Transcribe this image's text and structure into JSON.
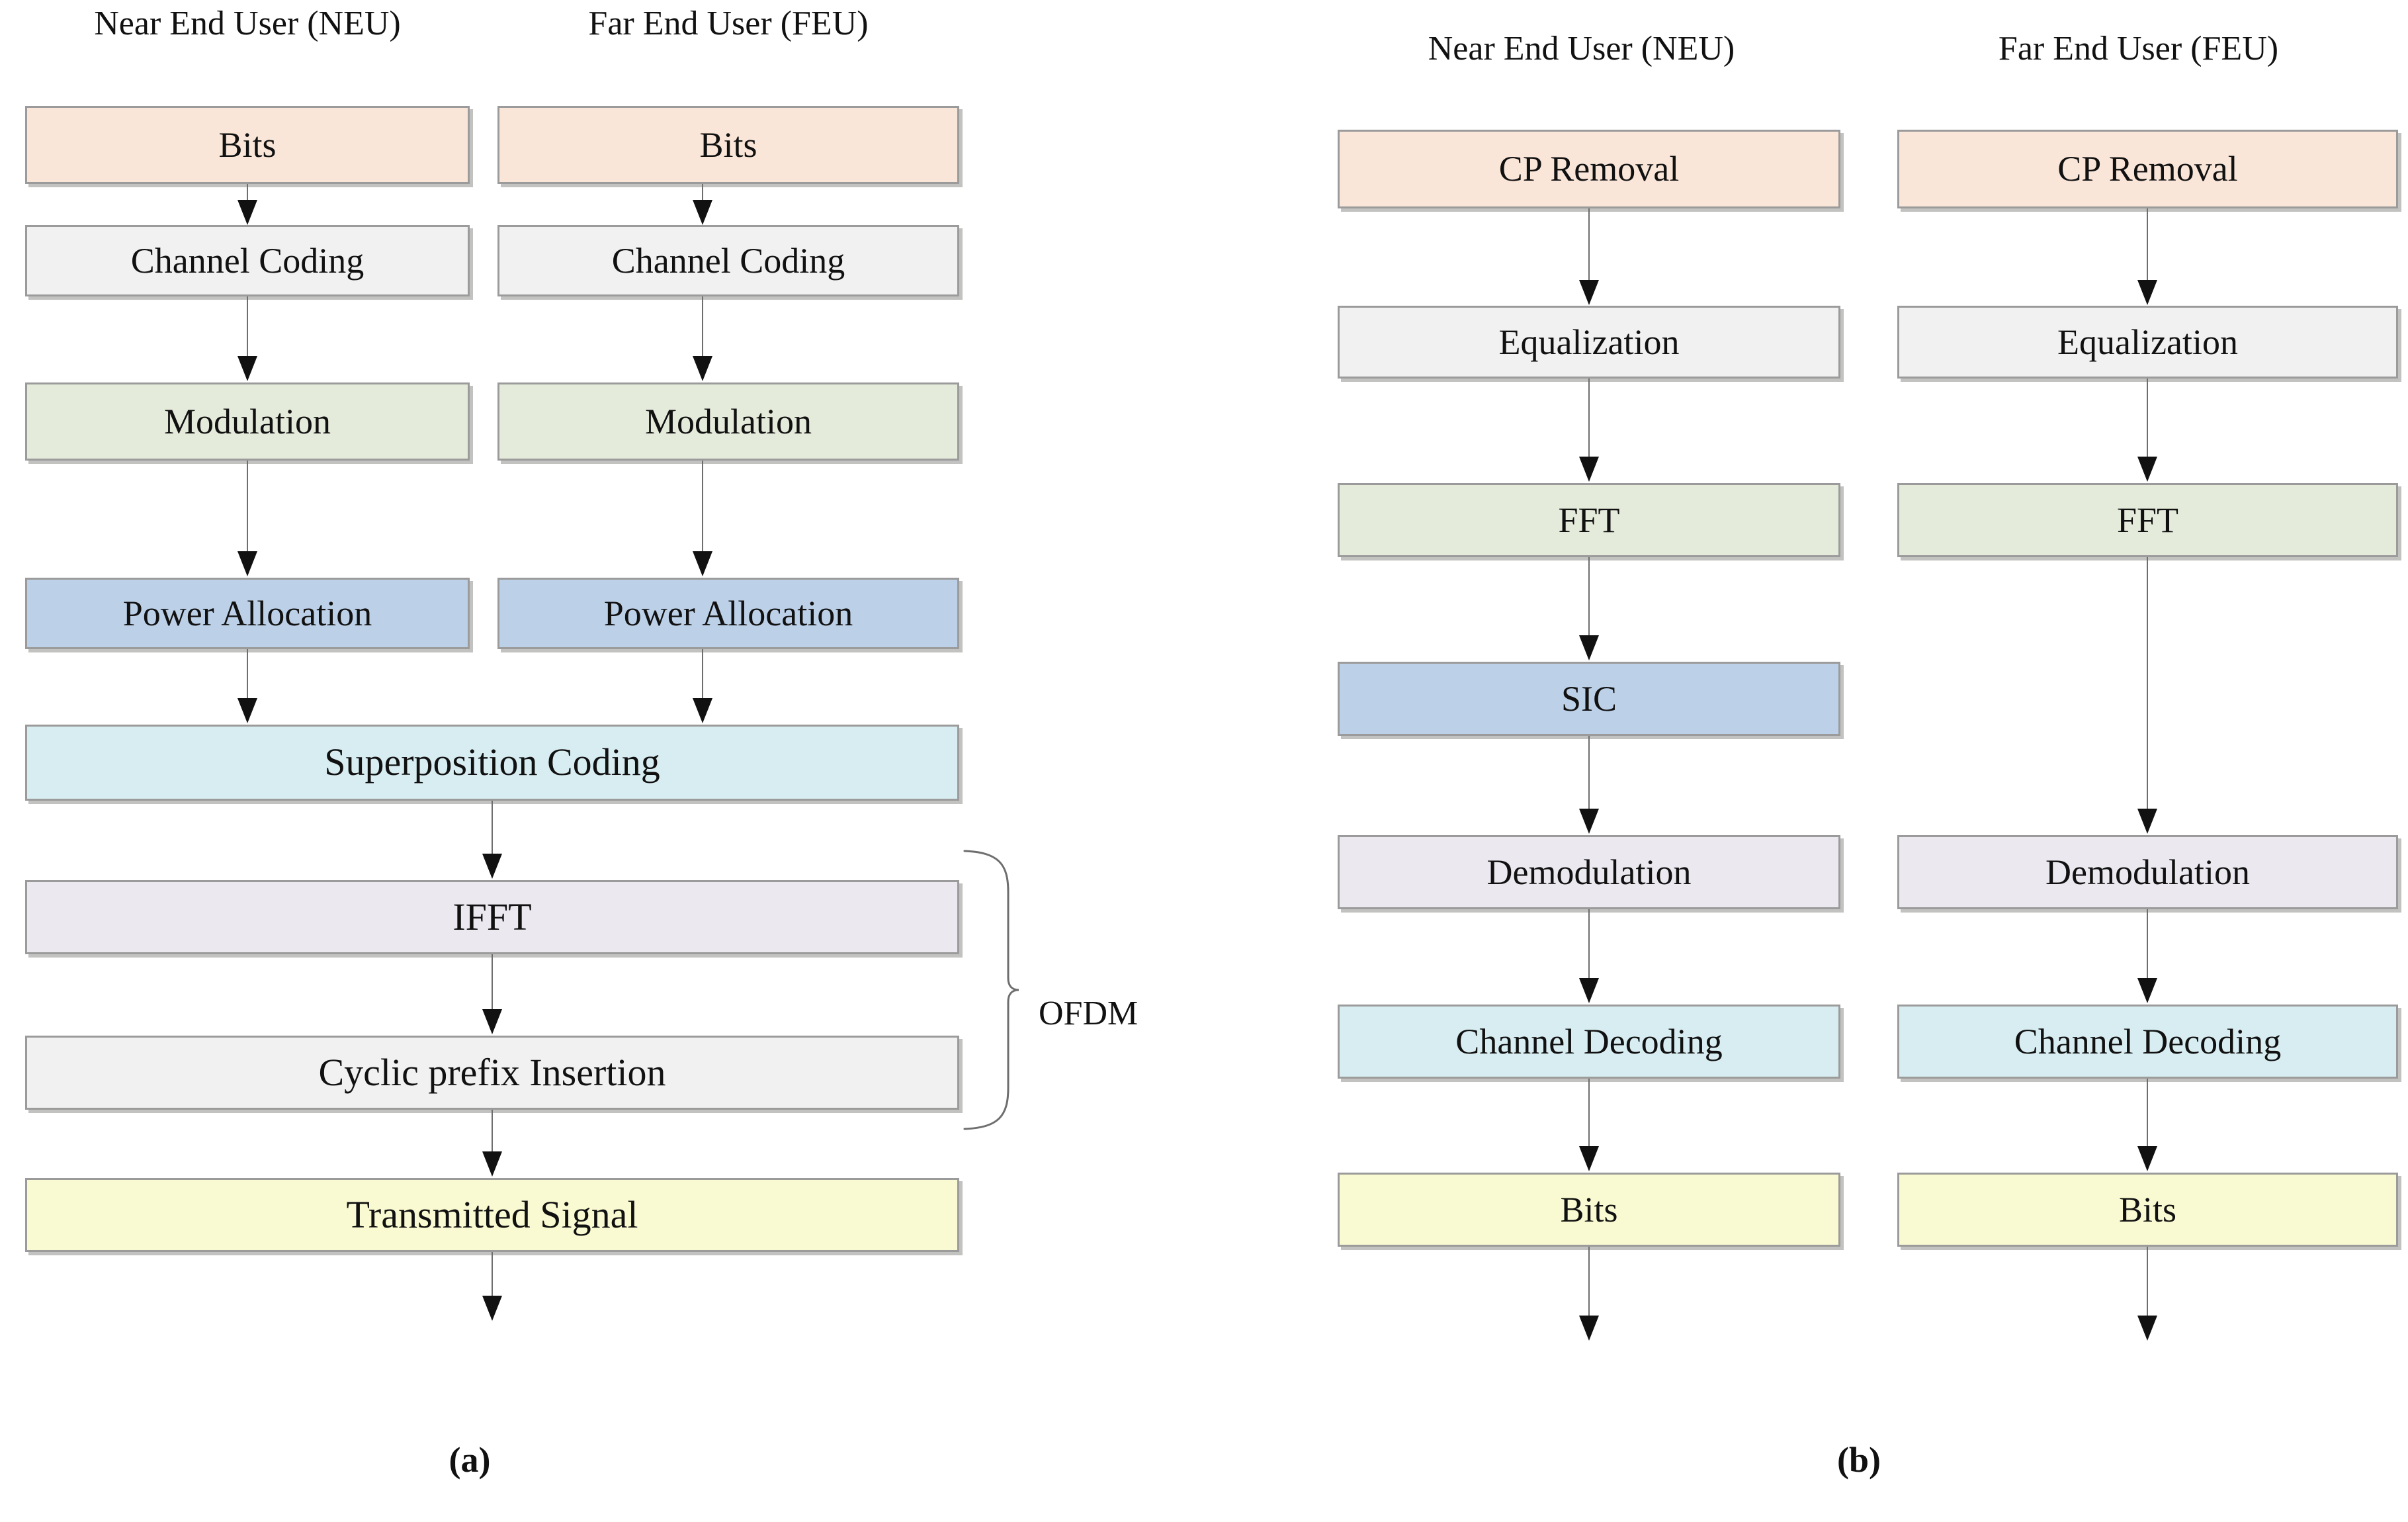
{
  "figure": {
    "panels": [
      {
        "id": "a",
        "caption": "(a)",
        "headers": [
          {
            "label": "Near End User (NEU)"
          },
          {
            "label": "Far End User (FEU)"
          }
        ],
        "group_label": "OFDM",
        "neu_stages": [
          {
            "label": "Bits",
            "color": "#fae6d9"
          },
          {
            "label": "Channel Coding",
            "color": "#f1f1f1"
          },
          {
            "label": "Modulation",
            "color": "#e5ebdb"
          },
          {
            "label": "Power Allocation",
            "color": "#bcd0e8"
          }
        ],
        "feu_stages": [
          {
            "label": "Bits",
            "color": "#fae6d9"
          },
          {
            "label": "Channel Coding",
            "color": "#f1f1f1"
          },
          {
            "label": "Modulation",
            "color": "#e5ebdb"
          },
          {
            "label": "Power Allocation",
            "color": "#bcd0e8"
          }
        ],
        "shared_stages": [
          {
            "label": "Superposition Coding",
            "color": "#d8edf2"
          },
          {
            "label": "IFFT",
            "color": "#ebe8ef"
          },
          {
            "label": "Cyclic prefix Insertion",
            "color": "#f1f1f1"
          },
          {
            "label": "Transmitted Signal",
            "color": "#fafad2"
          }
        ]
      },
      {
        "id": "b",
        "caption": "(b)",
        "headers": [
          {
            "label": "Near End User (NEU)"
          },
          {
            "label": "Far End User (FEU)"
          }
        ],
        "neu_stages": [
          {
            "label": "CP Removal",
            "color": "#fae6d9"
          },
          {
            "label": "Equalization",
            "color": "#f1f1f1"
          },
          {
            "label": "FFT",
            "color": "#e5ebdb"
          },
          {
            "label": "SIC",
            "color": "#bcd0e8"
          },
          {
            "label": "Demodulation",
            "color": "#ebe8ef"
          },
          {
            "label": "Channel Decoding",
            "color": "#d8edf2"
          },
          {
            "label": "Bits",
            "color": "#fafad2"
          }
        ],
        "feu_stages": [
          {
            "label": "CP Removal",
            "color": "#fae6d9"
          },
          {
            "label": "Equalization",
            "color": "#f1f1f1"
          },
          {
            "label": "FFT",
            "color": "#e5ebdb"
          },
          {
            "label": "Demodulation",
            "color": "#ebe8ef"
          },
          {
            "label": "Channel Decoding",
            "color": "#d8edf2"
          },
          {
            "label": "Bits",
            "color": "#fafad2"
          }
        ]
      }
    ]
  },
  "colors": {
    "box_border": "#9b9b9b",
    "arrow": "#111111",
    "connector": "#6e6e6e",
    "background": "#ffffff"
  }
}
